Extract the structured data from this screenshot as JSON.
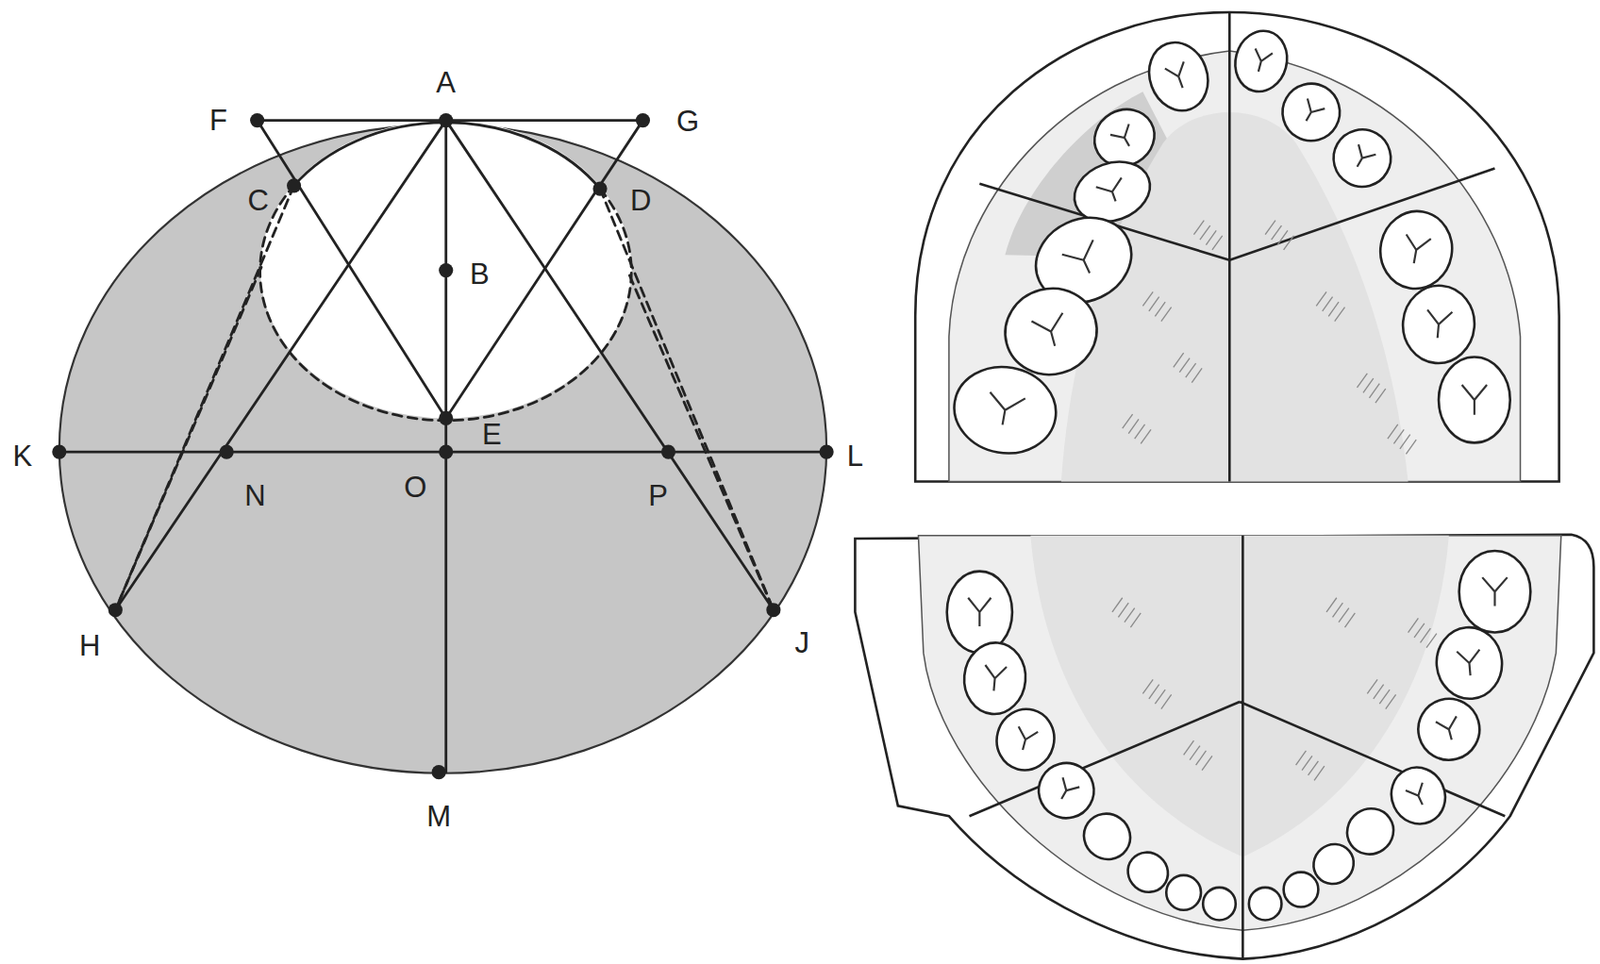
{
  "diagram": {
    "labels": [
      "A",
      "F",
      "G",
      "C",
      "D",
      "B",
      "E",
      "K",
      "N",
      "O",
      "P",
      "L",
      "H",
      "J",
      "M"
    ]
  }
}
